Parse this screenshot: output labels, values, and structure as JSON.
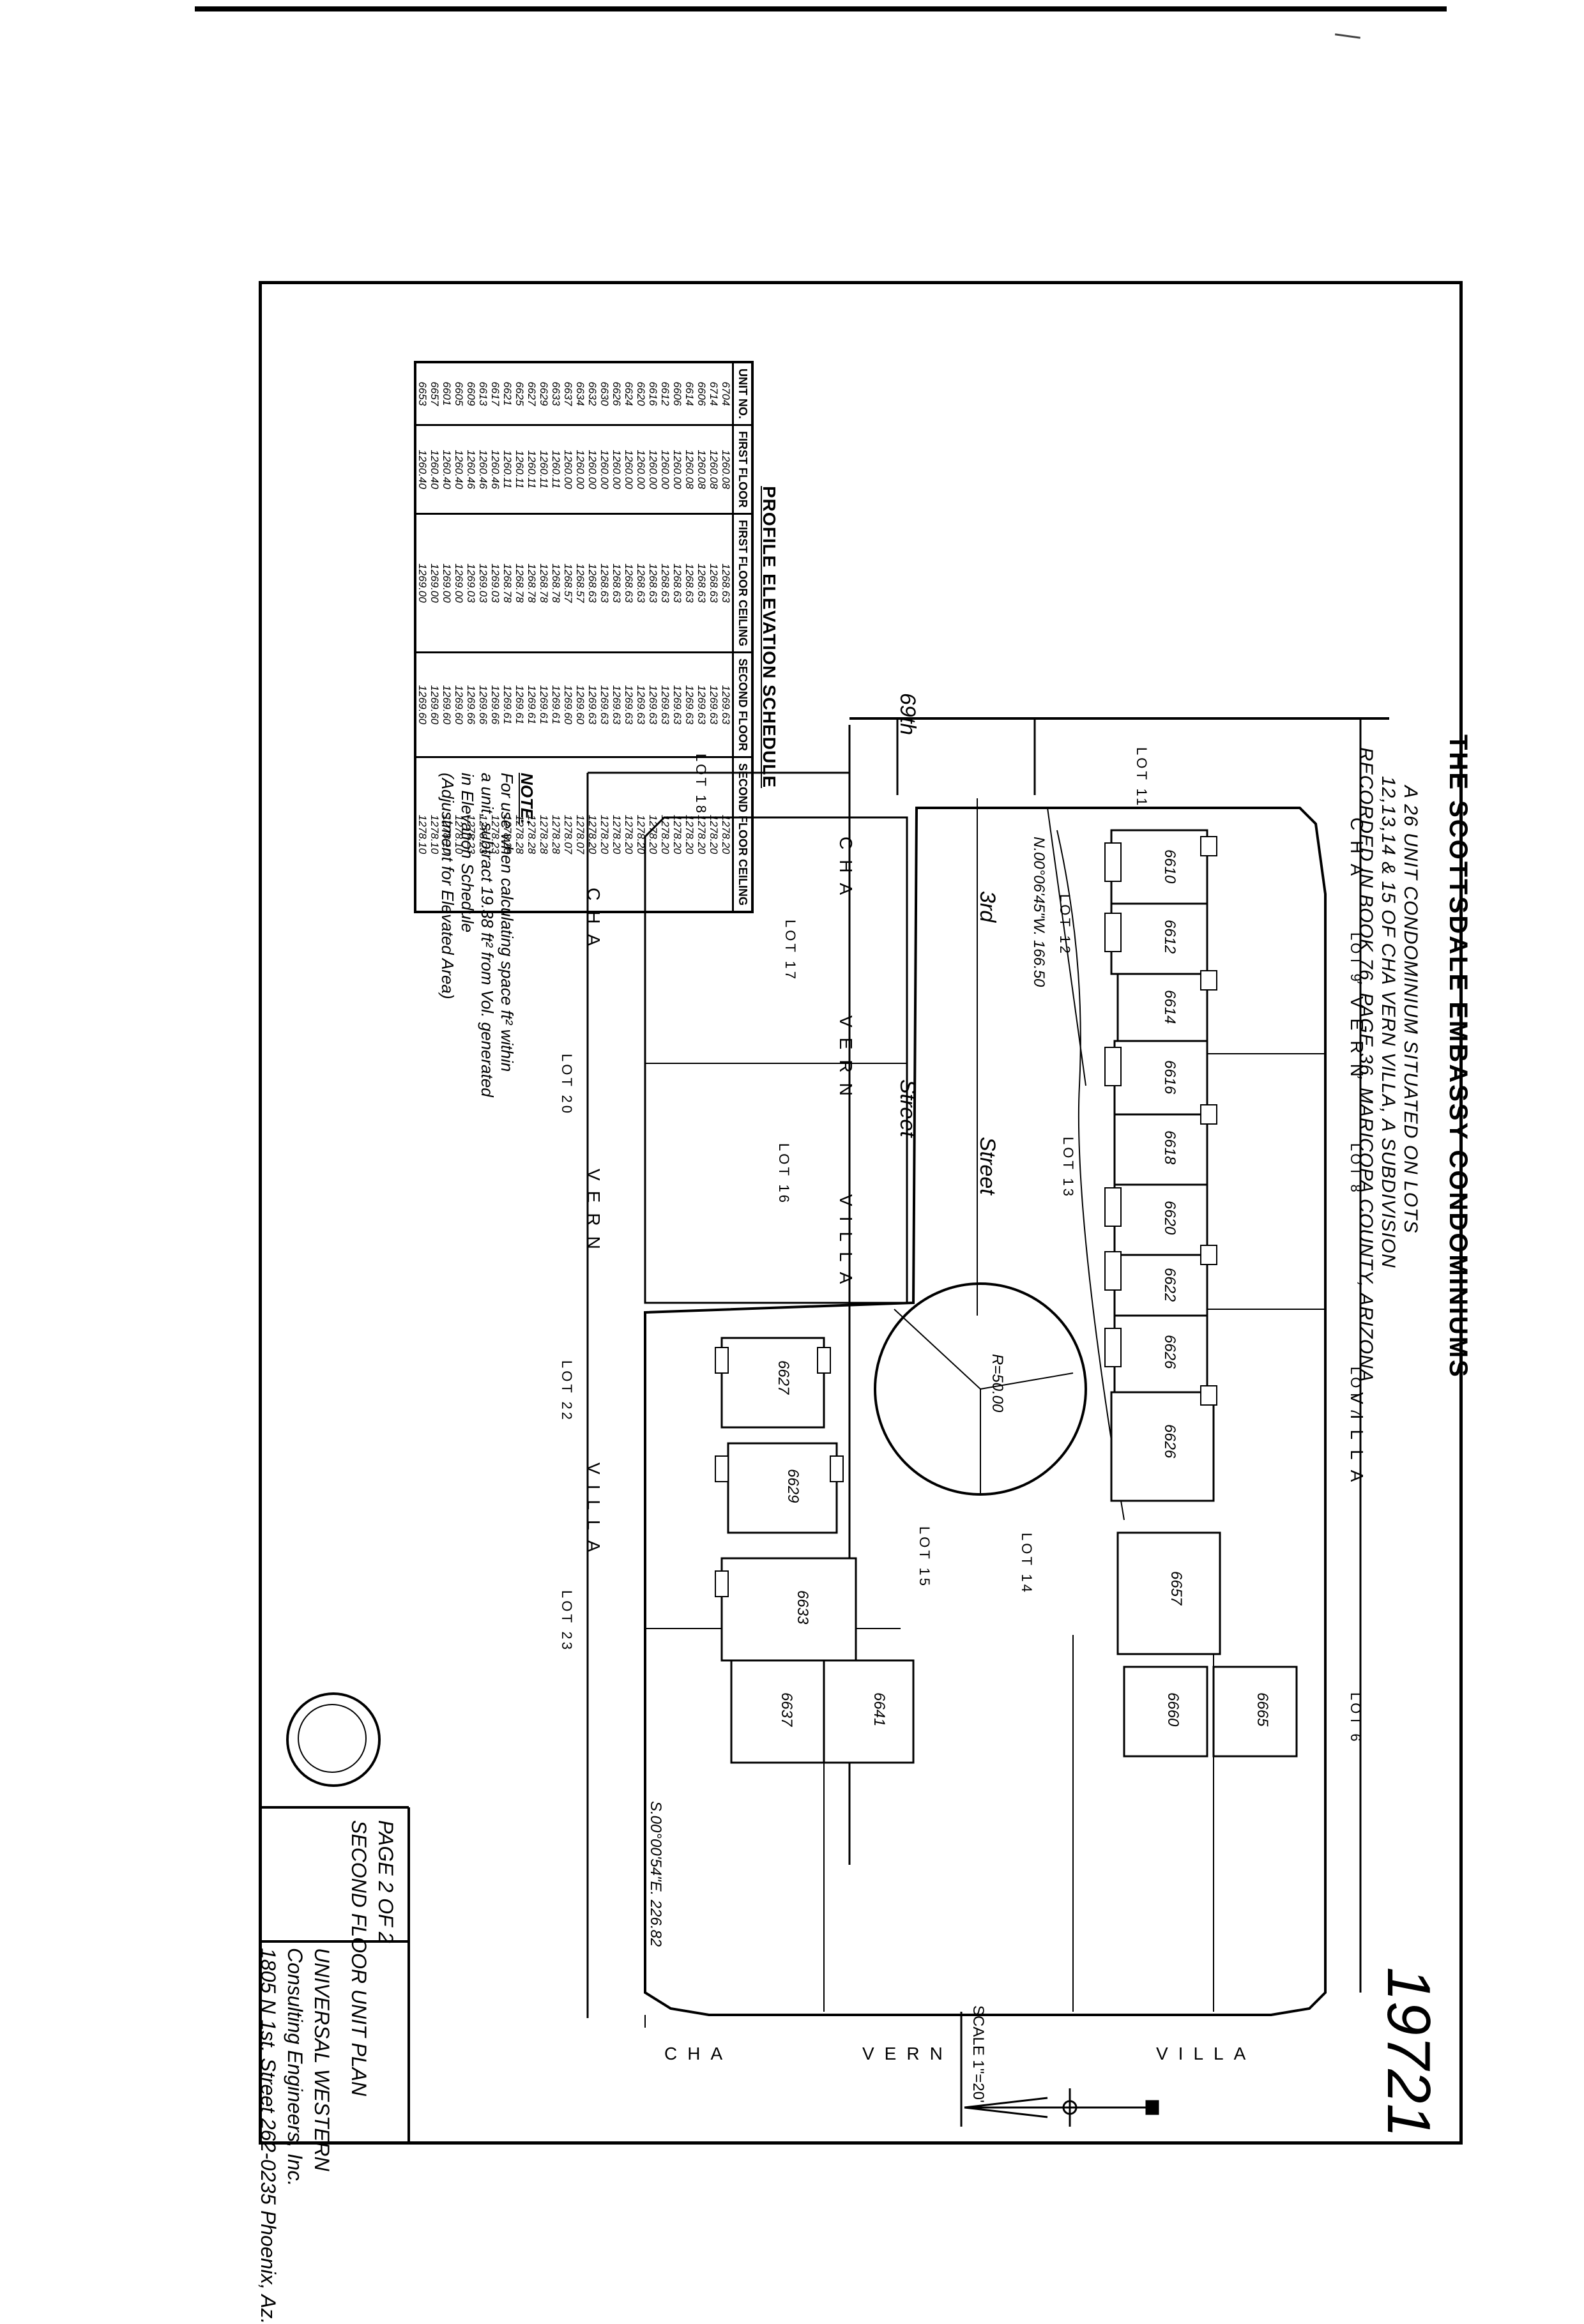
{
  "title": "THE SCOTTSDALE EMBASSY CONDOMINIUMS",
  "subtitle_lines": [
    "A 26 UNIT CONDOMINIUM SITUATED ON LOTS",
    "12,13,14 & 15 OF CHA VERN VILLA, A SUBDIVISION",
    "RECORDED IN BOOK 76, PAGE 36, MARICOPA COUNTY, ARIZONA"
  ],
  "schedule": {
    "title": "PROFILE ELEVATION SCHEDULE",
    "headers": [
      "UNIT NO.",
      "FIRST FLOOR",
      "FIRST FLOOR CEILING",
      "SECOND FLOOR",
      "SECOND FLOOR CEILING"
    ],
    "rows": [
      [
        "6704",
        "1260.08",
        "1268.63",
        "1269.63",
        "1278.20"
      ],
      [
        "6714",
        "1260.08",
        "1268.63",
        "1269.63",
        "1278.20"
      ],
      [
        "6606",
        "1260.08",
        "1268.63",
        "1269.63",
        "1278.20"
      ],
      [
        "6614",
        "1260.08",
        "1268.63",
        "1269.63",
        "1278.20"
      ],
      [
        "6606",
        "1260.00",
        "1268.63",
        "1269.63",
        "1278.20"
      ],
      [
        "6612",
        "1260.00",
        "1268.63",
        "1269.63",
        "1278.20"
      ],
      [
        "6616",
        "1260.00",
        "1268.63",
        "1269.63",
        "1278.20"
      ],
      [
        "6620",
        "1260.00",
        "1268.63",
        "1269.63",
        "1278.20"
      ],
      [
        "6624",
        "1260.00",
        "1268.63",
        "1269.63",
        "1278.20"
      ],
      [
        "6626",
        "1260.00",
        "1268.63",
        "1269.63",
        "1278.20"
      ],
      [
        "6630",
        "1260.00",
        "1268.63",
        "1269.63",
        "1278.20"
      ],
      [
        "6632",
        "1260.00",
        "1268.63",
        "1269.63",
        "1278.20"
      ],
      [
        "6634",
        "1260.00",
        "1268.57",
        "1269.60",
        "1278.07"
      ],
      [
        "6637",
        "1260.00",
        "1268.57",
        "1269.60",
        "1278.07"
      ],
      [
        "6633",
        "1260.11",
        "1268.78",
        "1269.61",
        "1278.28"
      ],
      [
        "6629",
        "1260.11",
        "1268.78",
        "1269.61",
        "1278.28"
      ],
      [
        "6627",
        "1260.11",
        "1268.78",
        "1269.61",
        "1278.28"
      ],
      [
        "6625",
        "1260.11",
        "1268.78",
        "1269.61",
        "1278.28"
      ],
      [
        "6621",
        "1260.11",
        "1268.78",
        "1269.61",
        "1278.28"
      ],
      [
        "6617",
        "1260.46",
        "1269.03",
        "1269.66",
        "1278.23"
      ],
      [
        "6613",
        "1260.46",
        "1269.03",
        "1269.66",
        "1278.23"
      ],
      [
        "6609",
        "1260.46",
        "1269.03",
        "1269.66",
        "1278.23"
      ],
      [
        "6605",
        "1260.40",
        "1269.00",
        "1269.60",
        "1278.10"
      ],
      [
        "6601",
        "1260.40",
        "1269.00",
        "1269.60",
        "1278.10"
      ],
      [
        "6657",
        "1260.40",
        "1269.00",
        "1269.60",
        "1278.10"
      ],
      [
        "6653",
        "1260.40",
        "1269.00",
        "1269.60",
        "1278.10"
      ]
    ]
  },
  "note": {
    "heading": "NOTE:",
    "lines": [
      "For use when calculating space ft² within",
      "a unit, subtract 19.38 ft² from Vol. generated",
      "in Elevation Schedule",
      "(Adjustment for Elevated Area)"
    ]
  },
  "streets": {
    "street_69": "69th",
    "street_word": "Street",
    "street_3rd": "3rd",
    "street_3rd_word": "Street"
  },
  "lots": {
    "lot_11": "LOT 11",
    "lot_18": "LOT 18",
    "lot_12": "LOT 12",
    "lot_13": "LOT 13",
    "lot_14": "LOT 14",
    "lot_15": "LOT 15",
    "lot_16": "LOT 16",
    "lot_17": "LOT 17",
    "lot_9": "LOT 9",
    "lot_8": "LOT 8",
    "lot_7": "LOT 7",
    "lot_6": "LOT 6",
    "lot_20": "LOT 20",
    "lot_22": "LOT 22",
    "lot_23": "LOT 23"
  },
  "subdivision_labels": {
    "cha": "CHA",
    "vern": "VERN",
    "villa": "VILLA"
  },
  "units_north": [
    "6610",
    "6612",
    "6614",
    "6616",
    "6618",
    "6620",
    "6622",
    "6626",
    "6626",
    "6657",
    "6660",
    "6665"
  ],
  "units_south": [
    "6627",
    "6629",
    "6633",
    "6637",
    "6641"
  ],
  "dims": {
    "main_frontage": "N.00°06'45\"W.  166.50",
    "bottom": "S.00°00'54\"E.  226.82",
    "cul_de_sac": "R=50.00"
  },
  "title_block": {
    "lines": [
      "PAGE 2 OF 2",
      "SECOND FLOOR UNIT PLAN",
      "UNIVERSAL WESTERN",
      "Consulting Engineers, Inc.",
      "1805 N 1st. Street  262-0235  Phoenix, Az."
    ]
  },
  "scale": "SCALE 1\"=20'",
  "sheet_number": "19721"
}
